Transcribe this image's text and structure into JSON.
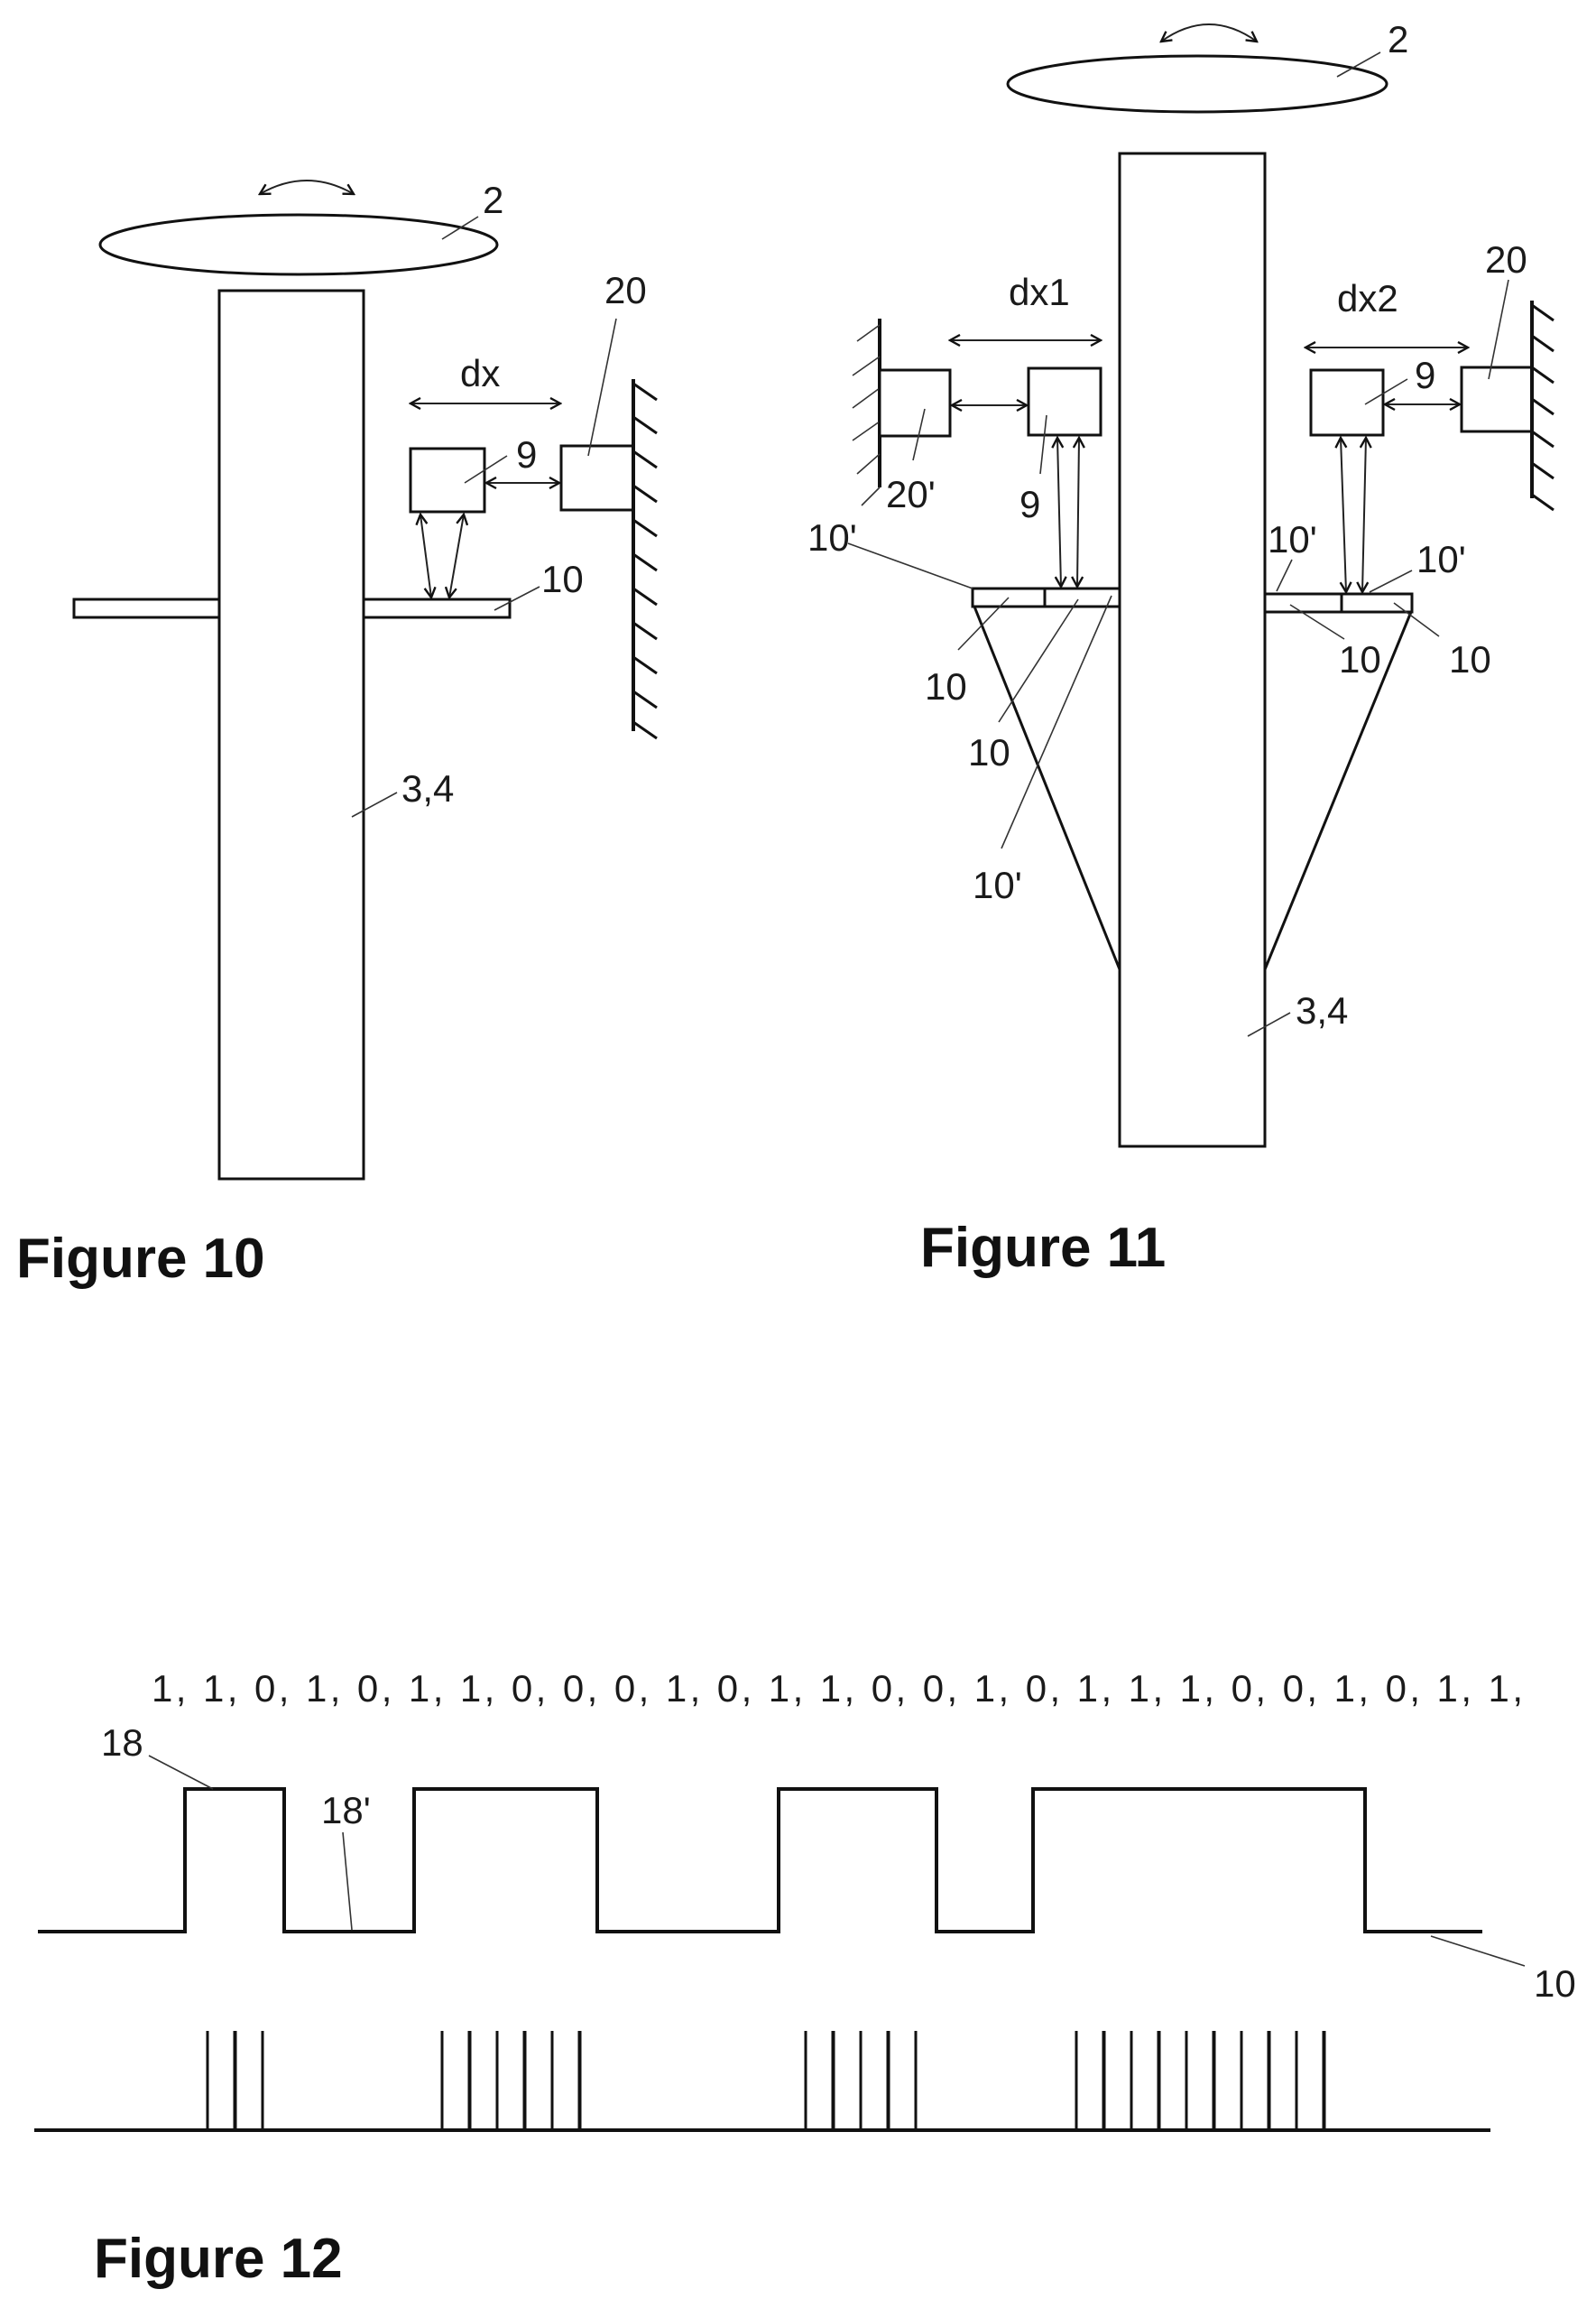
{
  "figures": {
    "fig10": {
      "title": "Figure 10",
      "labels": {
        "rotor": "2",
        "column": "3,4",
        "sensor": "9",
        "reference": "20",
        "target": "10",
        "distance": "dx"
      }
    },
    "fig11": {
      "title": "Figure 11",
      "labels": {
        "rotor": "2",
        "column": "3,4",
        "sensor_left": "9",
        "sensor_right": "9",
        "reference_left": "20'",
        "reference_right": "20",
        "distance_left": "dx1",
        "distance_right": "dx2",
        "target_a": "10",
        "target_b": "10",
        "target_c": "10",
        "target_d": "10",
        "target_prime_a": "10'",
        "target_prime_b": "10'",
        "target_prime_c": "10'",
        "target_prime_d": "10'"
      }
    },
    "fig12": {
      "title": "Figure 12",
      "bit_sequence_text": "1, 1, 0, 1, 0, 1, 1, 0, 0, 0, 1, 0, 1, 1, 0, 0, 1, 0, 1, 1, 1, 0, 0, 1, 0, 1, 1,",
      "labels": {
        "high_level": "18",
        "low_level": "18'",
        "signal": "10"
      }
    }
  },
  "chart_data": {
    "type": "line",
    "title": "Figure 12",
    "description": "Binary code track signal with corresponding pulse train",
    "bits": [
      1,
      1,
      0,
      1,
      0,
      1,
      1,
      0,
      0,
      0,
      1,
      0,
      1,
      1,
      0,
      0,
      1,
      0,
      1,
      1,
      1,
      0,
      0,
      1,
      0,
      1,
      1
    ],
    "square_wave": {
      "name": "10",
      "levels": {
        "high": "18",
        "low": "18'"
      },
      "segments": [
        {
          "level": "low"
        },
        {
          "level": "high"
        },
        {
          "level": "low"
        },
        {
          "level": "high"
        },
        {
          "level": "low"
        },
        {
          "level": "high"
        },
        {
          "level": "low"
        },
        {
          "level": "high"
        },
        {
          "level": "low"
        }
      ]
    },
    "pulse_groups": [
      {
        "count": 3
      },
      {
        "count": 6
      },
      {
        "count": 5
      },
      {
        "count": 10
      }
    ]
  }
}
